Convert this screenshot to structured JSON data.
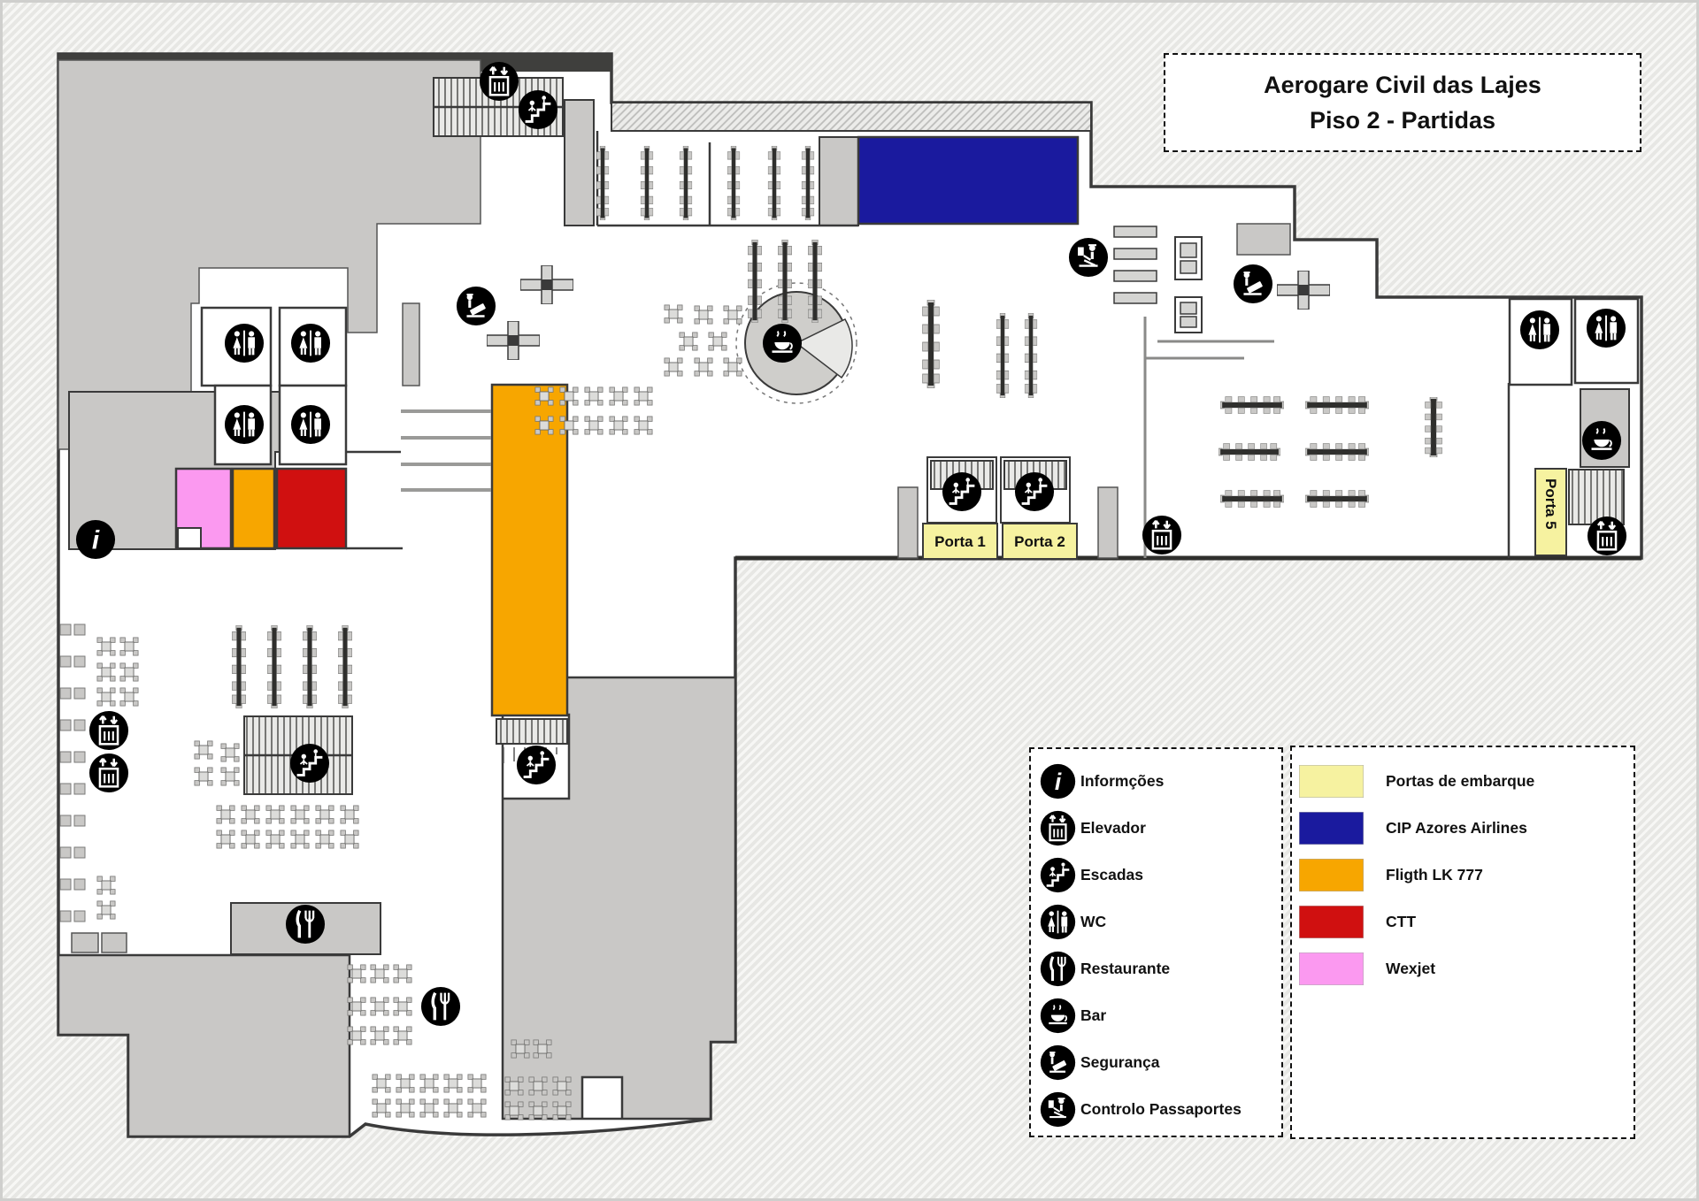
{
  "title": {
    "line1": "Aerogare Civil das Lajes",
    "line2": "Piso 2 - Partidas"
  },
  "gates": [
    {
      "label": "Porta 1"
    },
    {
      "label": "Porta 2"
    },
    {
      "label": "Porta 5"
    }
  ],
  "legend_facilities": {
    "items": [
      {
        "icon": "info-icon",
        "label": "Informções"
      },
      {
        "icon": "elevator-icon",
        "label": "Elevador"
      },
      {
        "icon": "stairs-icon",
        "label": "Escadas"
      },
      {
        "icon": "wc-icon",
        "label": "WC"
      },
      {
        "icon": "restaurant-icon",
        "label": "Restaurante"
      },
      {
        "icon": "bar-icon",
        "label": "Bar"
      },
      {
        "icon": "security-icon",
        "label": "Segurança"
      },
      {
        "icon": "passport-control-icon",
        "label": "Controlo Passaportes"
      }
    ]
  },
  "legend_zones": {
    "items": [
      {
        "label": "Portas de embarque",
        "hex": "#f6f2a0"
      },
      {
        "label": "CIP Azores Airlines",
        "hex": "#1a1a9e"
      },
      {
        "label": "Fligth LK 777",
        "hex": "#f7a600"
      },
      {
        "label": "CTT",
        "hex": "#d01010"
      },
      {
        "label": "Wexjet",
        "hex": "#fb99f0"
      }
    ]
  },
  "icon_glyphs": {
    "info-icon": "serif italic i",
    "elevator-icon": "cabin box with up/down arrows",
    "stairs-icon": "steps with person",
    "wc-icon": "woman | man figures",
    "restaurant-icon": "knife and fork",
    "bar-icon": "coffee cup with steam",
    "security-icon": "guard with baggage scanner",
    "passport-control-icon": "officer checking passport"
  },
  "colors": {
    "wall": "#3a3a3a",
    "zone_gray": "#c9c8c6",
    "floor": "#ffffff",
    "outside_hatch": "#bdbdbb"
  }
}
